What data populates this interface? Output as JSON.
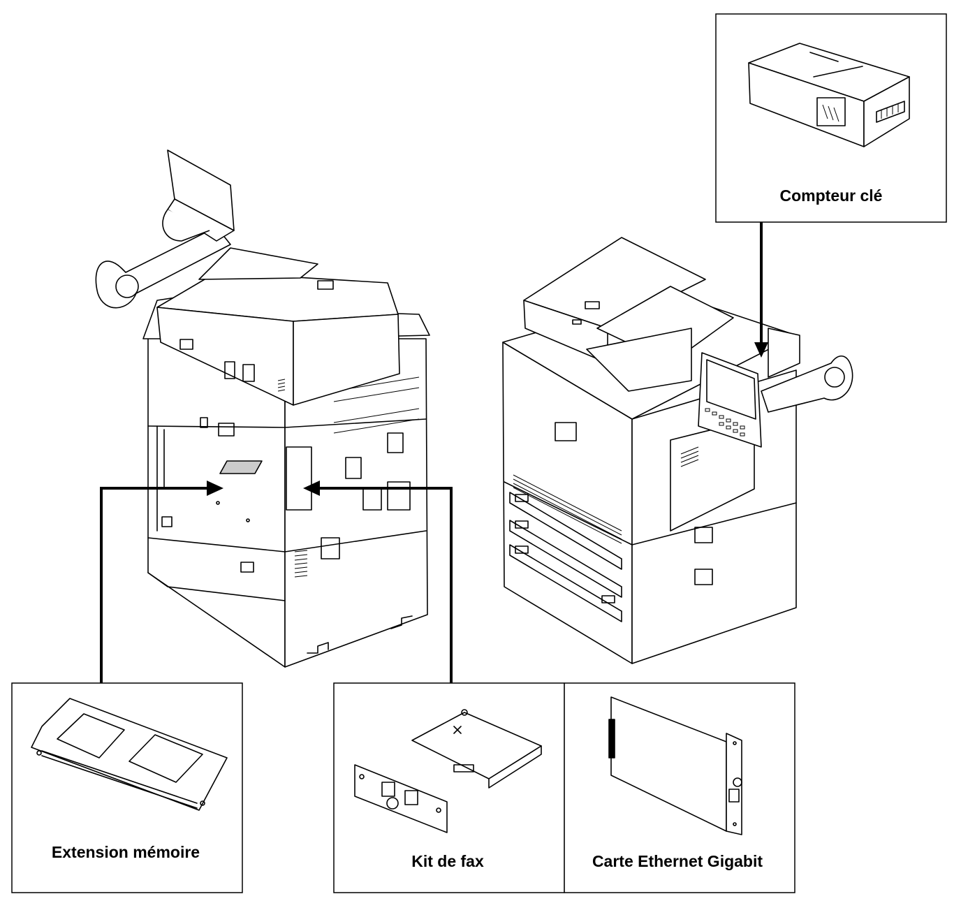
{
  "labels": {
    "key_counter": "Compteur clé",
    "memory": "Extension mémoire",
    "fax": "Kit de fax",
    "ethernet": "Carte Ethernet Gigabit"
  }
}
